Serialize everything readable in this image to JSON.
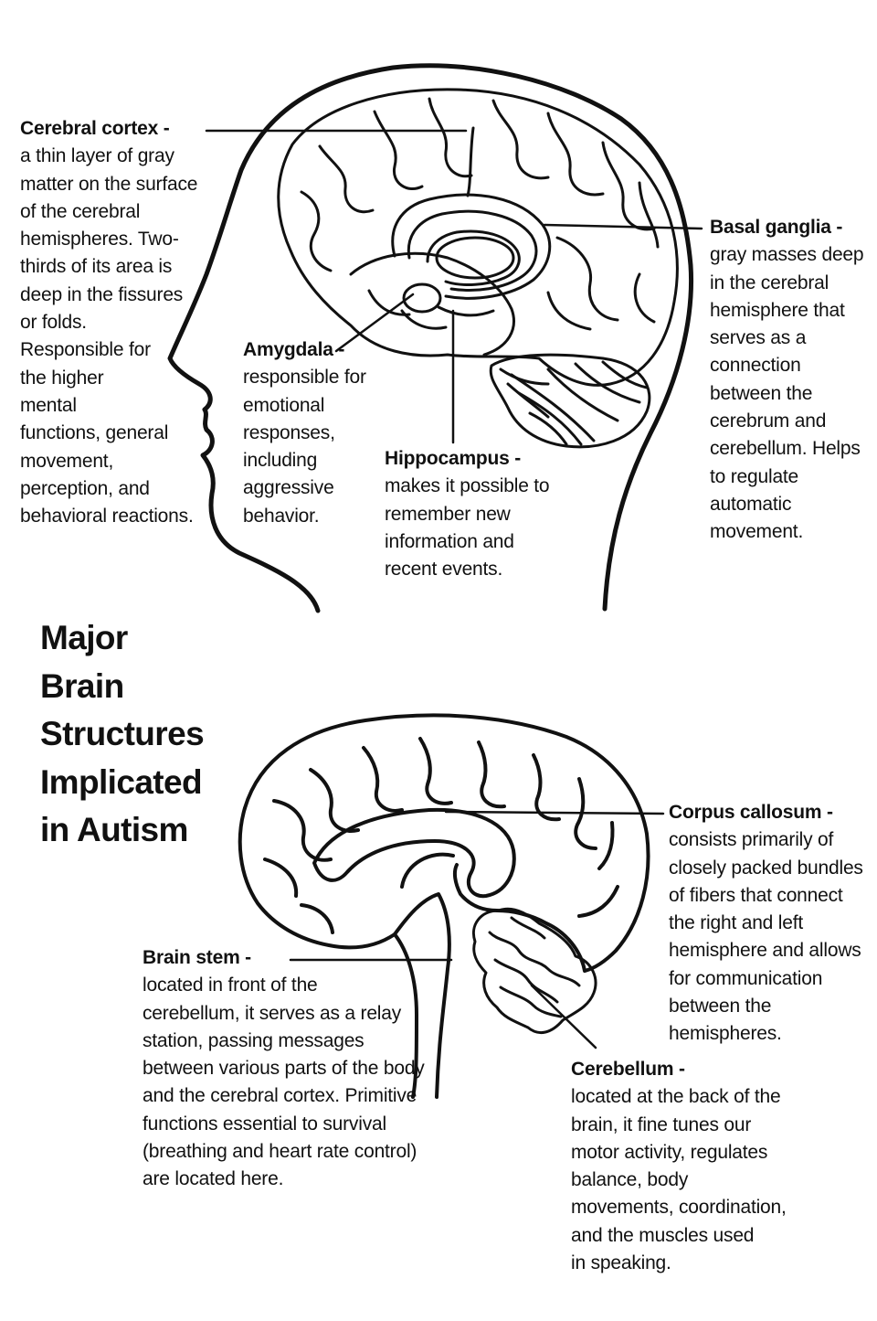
{
  "title": "Major\nBrain\nStructures\nImplicated\nin Autism",
  "labels": {
    "cerebral_cortex": {
      "heading": "Cerebral cortex -",
      "body": "a thin layer of gray\nmatter on the surface\nof the cerebral\nhemispheres. Two-\nthirds of its area is\ndeep in the fissures\nor folds.\nResponsible for\nthe higher\nmental\nfunctions, general\nmovement,\nperception, and\nbehavioral reactions."
    },
    "basal_ganglia": {
      "heading": "Basal ganglia -",
      "body": "gray masses deep\nin the cerebral\nhemisphere that\nserves as a\nconnection\nbetween the\ncerebrum and\ncerebellum. Helps\nto regulate\nautomatic\nmovement."
    },
    "amygdala": {
      "heading": "Amygdala -",
      "body": "responsible for\nemotional\nresponses,\nincluding\naggressive\nbehavior."
    },
    "hippocampus": {
      "heading": "Hippocampus -",
      "body": "makes it possible to\nremember new\ninformation and\nrecent events."
    },
    "corpus_callosum": {
      "heading": "Corpus callosum -",
      "body": "consists primarily of\nclosely packed bundles\nof fibers that connect\nthe right and left\nhemisphere and allows\nfor communication\nbetween the\nhemispheres."
    },
    "brain_stem": {
      "heading": "Brain stem -",
      "body": "located in front of the\ncerebellum, it serves as a relay\nstation, passing messages\nbetween various parts of the body\nand the cerebral cortex. Primitive\nfunctions essential to survival\n(breathing and heart rate control)\nare located here."
    },
    "cerebellum": {
      "heading": "Cerebellum -",
      "body": "located at the back of the\nbrain, it fine tunes our\nmotor activity, regulates\nbalance, body\nmovements, coordination,\nand the muscles used\nin speaking."
    }
  },
  "colors": {
    "ink": "#111111",
    "background": "#ffffff"
  }
}
